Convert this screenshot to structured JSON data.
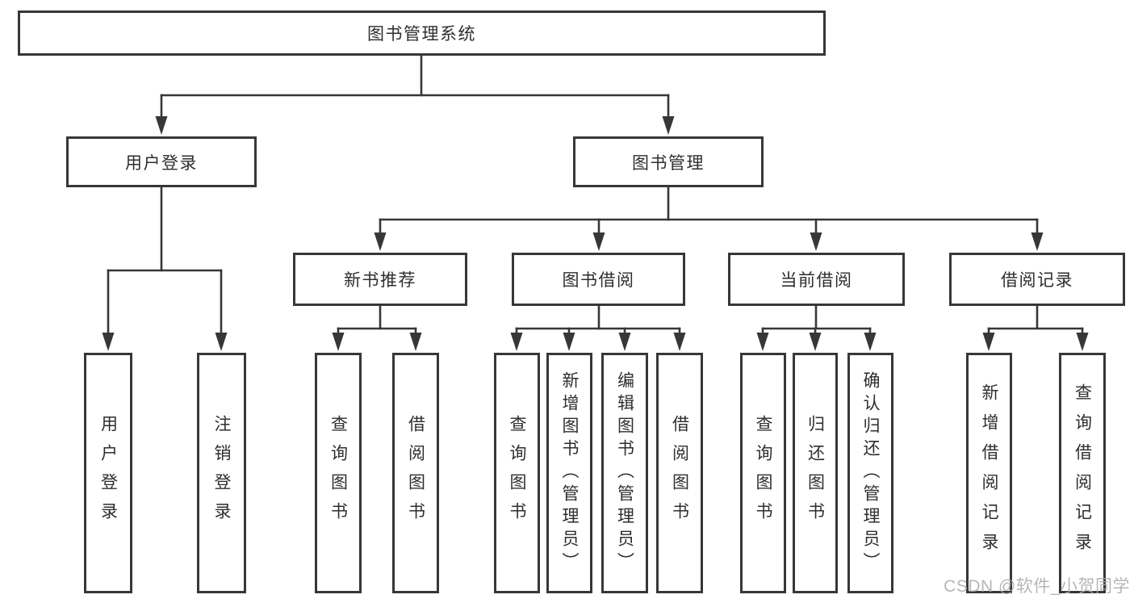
{
  "diagram": {
    "root": {
      "label": "图书管理系统",
      "children": [
        {
          "label": "用户登录",
          "children": [
            {
              "label": "用户登录"
            },
            {
              "label": "注销登录"
            }
          ]
        },
        {
          "label": "图书管理",
          "children": [
            {
              "label": "新书推荐",
              "children": [
                {
                  "label": "查询图书"
                },
                {
                  "label": "借阅图书"
                }
              ]
            },
            {
              "label": "图书借阅",
              "children": [
                {
                  "label": "查询图书"
                },
                {
                  "label": "新增图书（管理员）"
                },
                {
                  "label": "编辑图书（管理员）"
                },
                {
                  "label": "借阅图书"
                }
              ]
            },
            {
              "label": "当前借阅",
              "children": [
                {
                  "label": "查询图书"
                },
                {
                  "label": "归还图书"
                },
                {
                  "label": "确认归还（管理员）"
                }
              ]
            },
            {
              "label": "借阅记录",
              "children": [
                {
                  "label": "新增借阅记录"
                },
                {
                  "label": "查询借阅记录"
                }
              ]
            }
          ]
        }
      ]
    }
  },
  "watermark": "CSDN @软件_小贺同学",
  "colors": {
    "line": "#373737",
    "text": "#2e2e2e",
    "background": "#ffffff",
    "watermark": "#aaaaaa"
  }
}
